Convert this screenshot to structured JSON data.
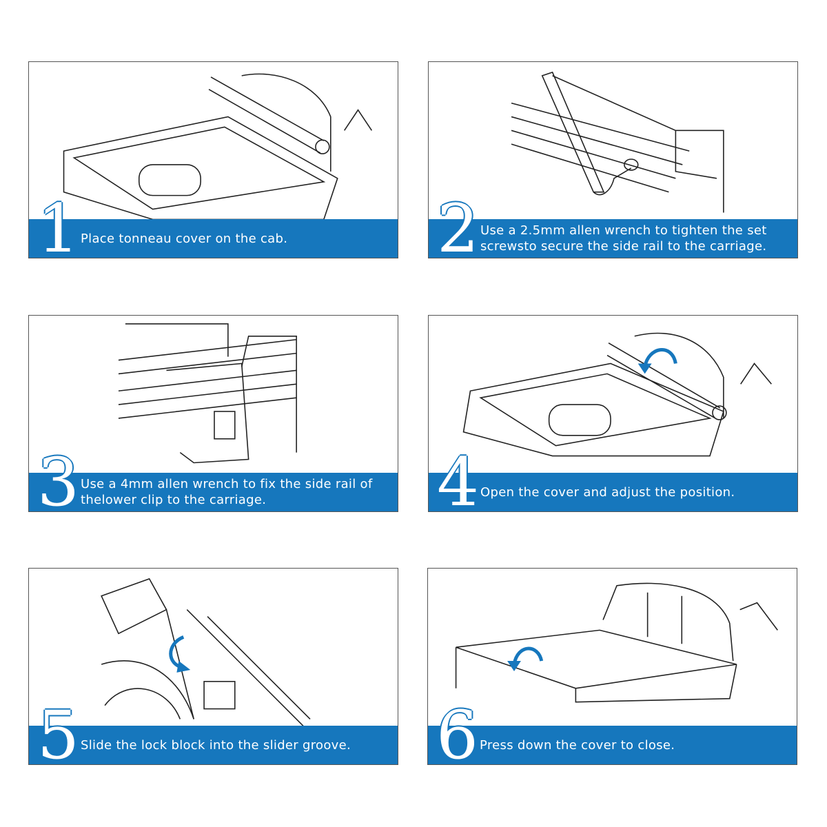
{
  "accent_color": "#1677bd",
  "steps": [
    {
      "number": "1",
      "text": "Place tonneau cover on the cab."
    },
    {
      "number": "2",
      "text": "Use a 2.5mm allen wrench to tighten the set screwsto secure the side rail to the carriage."
    },
    {
      "number": "3",
      "text": "Use a 4mm allen wrench to fix the side rail of thelower clip to the carriage."
    },
    {
      "number": "4",
      "text": "Open the cover and adjust the position."
    },
    {
      "number": "5",
      "text": "Slide the lock block into the slider groove."
    },
    {
      "number": "6",
      "text": "Press down the cover to close."
    }
  ]
}
